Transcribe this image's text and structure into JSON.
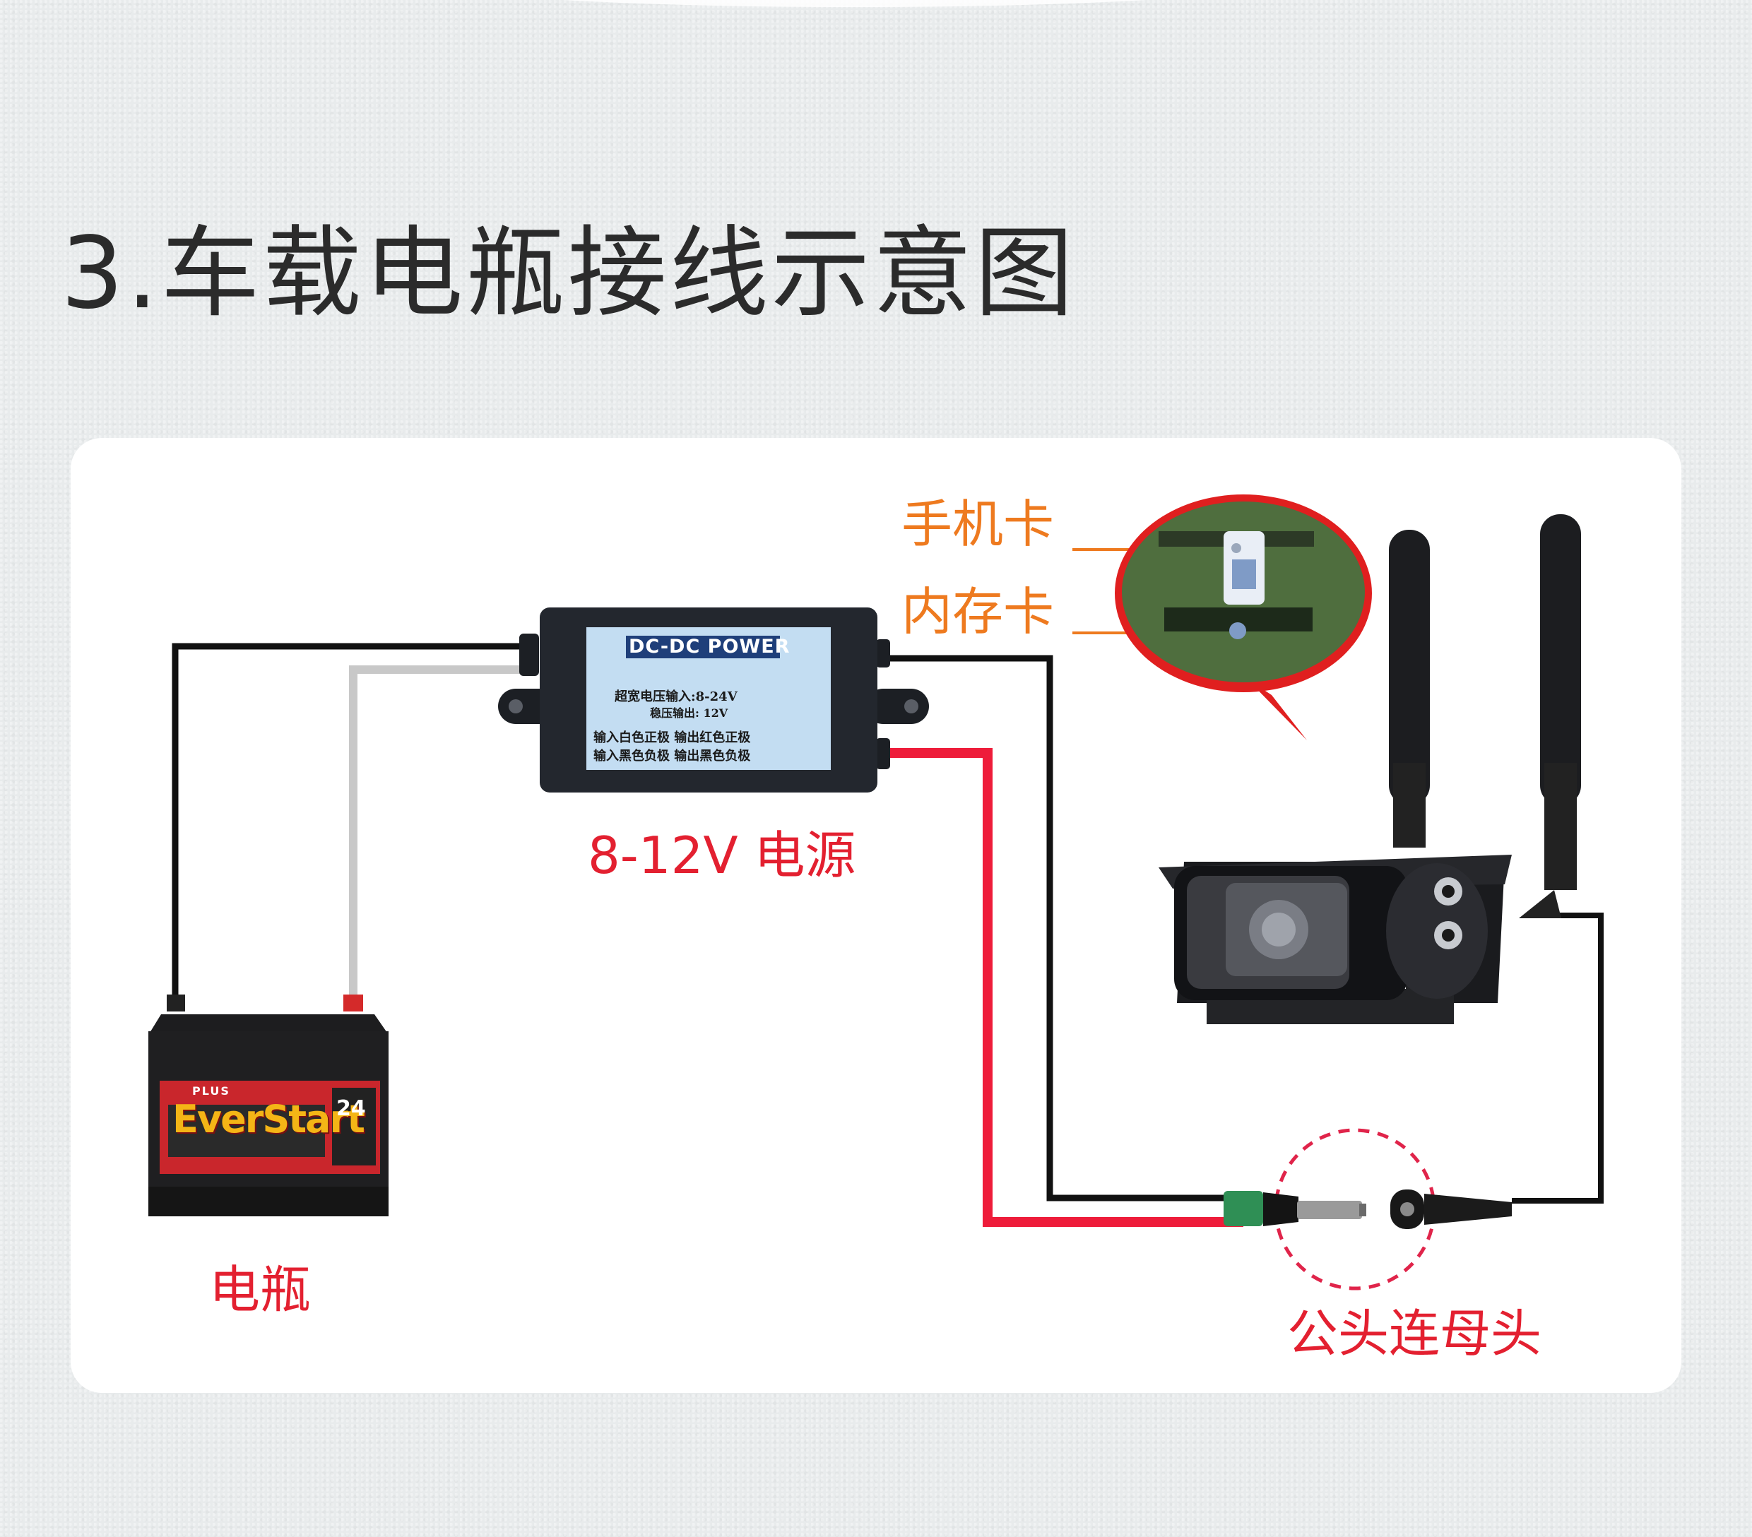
{
  "title": "3.车载电瓶接线示意图",
  "labels": {
    "power_supply": "8-12V 电源",
    "battery": "电瓶",
    "connector": "公头连母头",
    "sim_card": "手机卡",
    "memory_card": "内存卡"
  },
  "converter_box": {
    "title": "DC-DC POWER",
    "line1": "超宽电压输入:8-24V",
    "line2": "稳压输出: 12V",
    "line3": "输入白色正极  输出红色正极",
    "line4": "输入黑色负极  输出黑色负极"
  },
  "battery_brand": {
    "tag": "PLUS",
    "brand": "EverStart",
    "number": "24"
  },
  "colors": {
    "label_red": "#e32030",
    "label_orange": "#ee7a1f",
    "wire_black": "#111111",
    "wire_white": "#c8c8c8",
    "wire_red": "#ee1c3a",
    "title": "#2b2b2b"
  }
}
